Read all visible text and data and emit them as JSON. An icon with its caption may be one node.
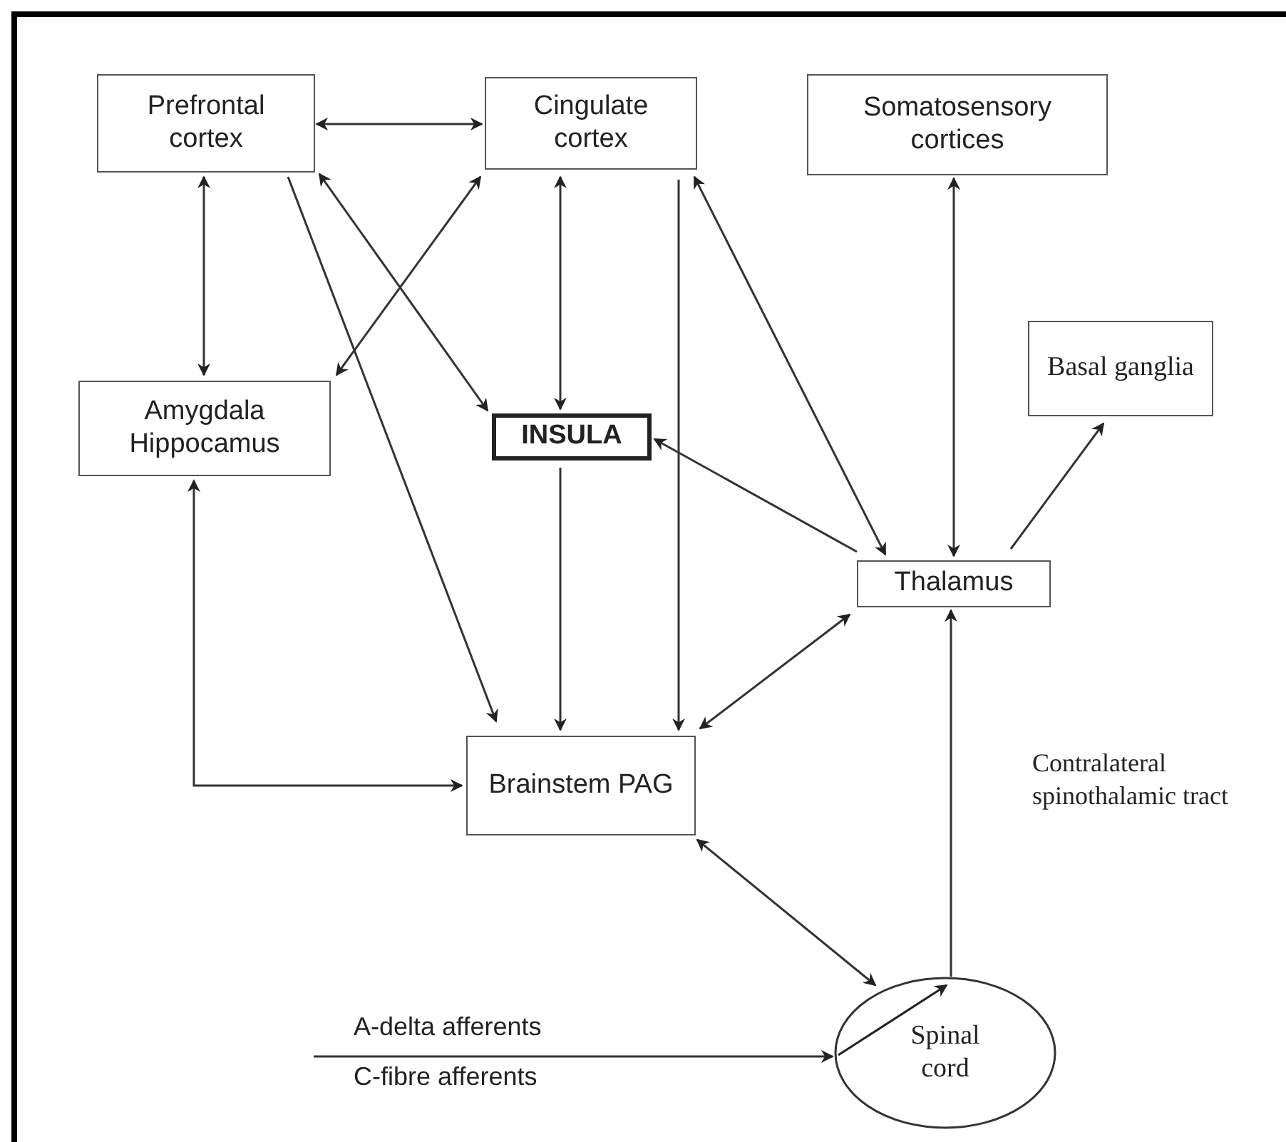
{
  "diagram": {
    "nodes": [
      {
        "text": [
          "Prefrontal cortex"
        ]
      },
      {
        "text": [
          "Cingulate cortex"
        ]
      },
      {
        "text": [
          "Somatosensory cortices"
        ]
      },
      {
        "text": [
          "Basal ganglia"
        ]
      },
      {
        "text": [
          "Amygdala Hippocamus"
        ]
      },
      {
        "text": [
          "INSULA"
        ]
      },
      {
        "text": [
          "Thalamus"
        ]
      },
      {
        "text": [
          "Brainstem PAG"
        ]
      },
      {
        "text": [
          "Spinal cord"
        ]
      }
    ],
    "edges": [
      {
        "from": 0,
        "to": 1,
        "arrow": "both"
      },
      {
        "from": 0,
        "to": 4,
        "arrow": "both"
      },
      {
        "from": 0,
        "to": 7,
        "arrow": "to"
      },
      {
        "from": 0,
        "to": 5,
        "arrow": "both"
      },
      {
        "from": 1,
        "to": 4,
        "arrow": "both"
      },
      {
        "from": 1,
        "to": 5,
        "arrow": "both"
      },
      {
        "from": 1,
        "to": 7,
        "arrow": "to"
      },
      {
        "from": 1,
        "to": 6,
        "arrow": "both"
      },
      {
        "from": 2,
        "to": 6,
        "arrow": "both"
      },
      {
        "from": 6,
        "to": 5,
        "arrow": "to"
      },
      {
        "from": 6,
        "to": 3,
        "arrow": "to"
      },
      {
        "from": 5,
        "to": 7,
        "arrow": "to"
      },
      {
        "from": 4,
        "to": 7,
        "arrow": "both"
      },
      {
        "from": 6,
        "to": 7,
        "arrow": "both"
      },
      {
        "from": 7,
        "to": 8,
        "arrow": "both"
      },
      {
        "from": 8,
        "to": 6,
        "arrow": "to",
        "label": "Contralateral spinothalamic tract"
      },
      {
        "from": null,
        "to": 8,
        "arrow": "to"
      }
    ],
    "labels": [
      "A-delta afferents",
      "C-fibre afferents"
    ]
  }
}
